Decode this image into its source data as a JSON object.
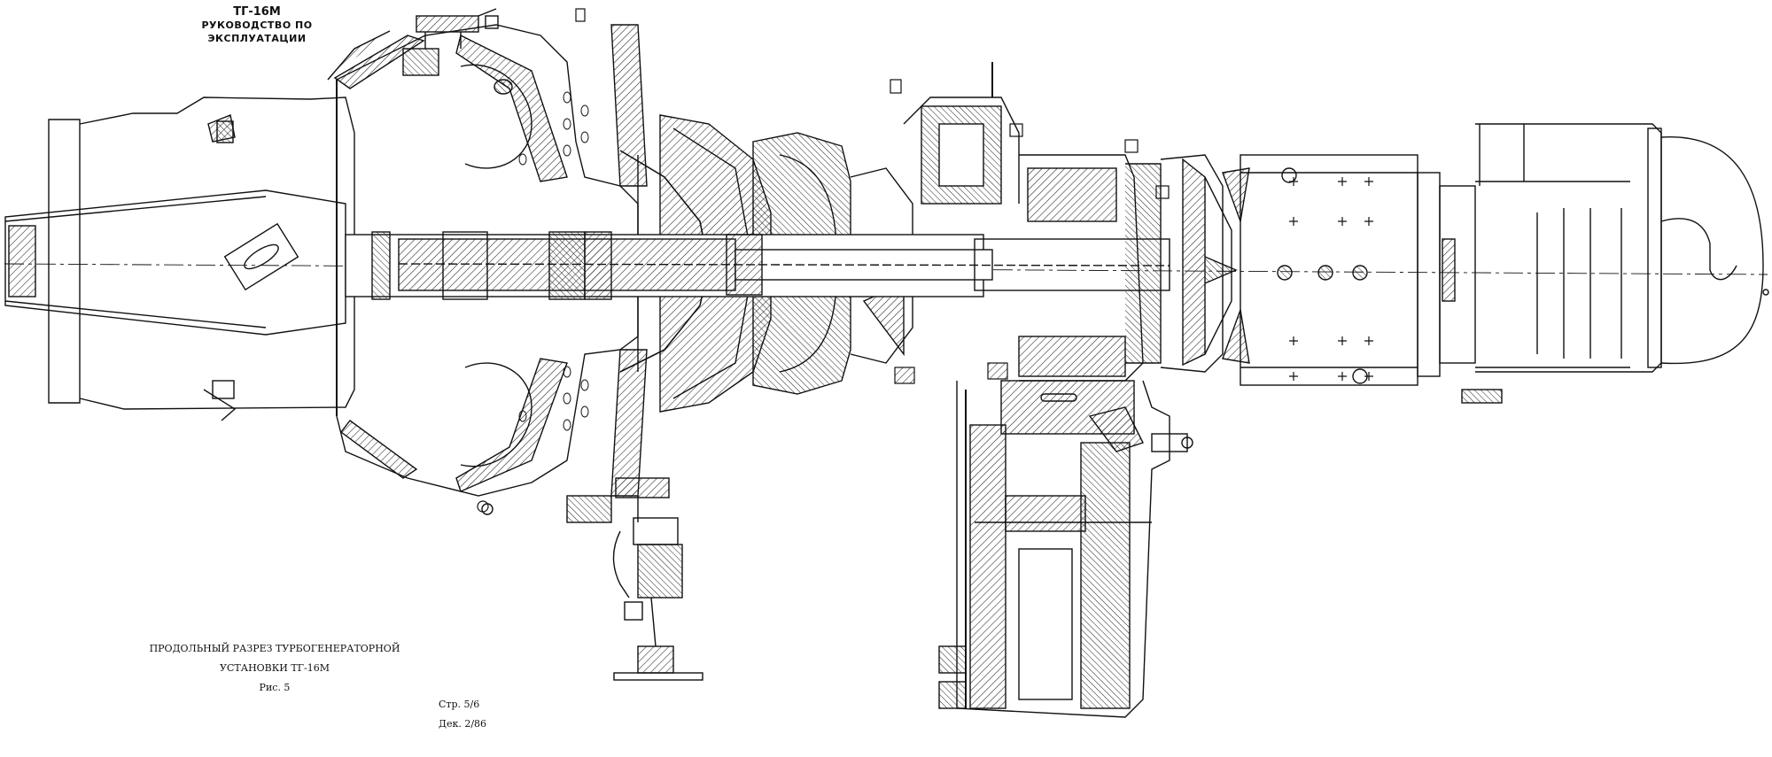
{
  "header": {
    "model_code": "ТГ-16М",
    "manual_title": "РУКОВОДСТВО ПО ЭКСПЛУАТАЦИИ"
  },
  "figure": {
    "caption": "ПРОДОЛЬНЫЙ РАЗРЕЗ ТУРБОГЕНЕРАТОРНОЙ УСТАНОВКИ ТГ-16М",
    "number": "Рис. 5"
  },
  "footer": {
    "page": "Стр. 5/6",
    "revision": "Дек. 2/86"
  },
  "colors": {
    "ink": "#111111",
    "paper": "#ffffff"
  }
}
